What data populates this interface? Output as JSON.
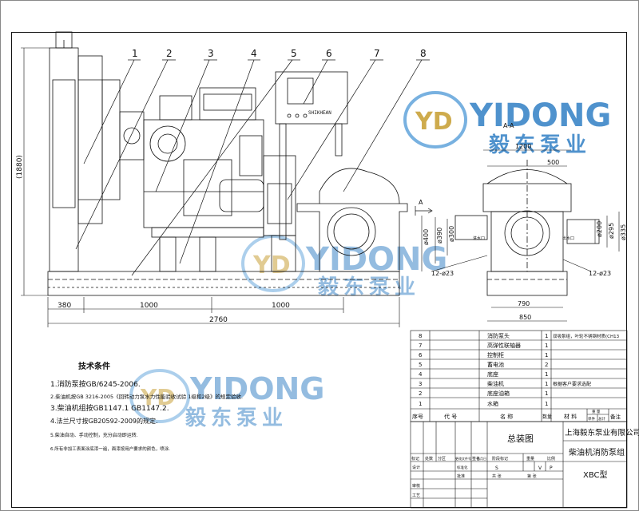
{
  "callouts": [
    "1",
    "2",
    "3",
    "4",
    "5",
    "6",
    "7",
    "8"
  ],
  "dims": {
    "height": "(1880)",
    "seg1": "380",
    "seg2": "1000",
    "seg3": "1000",
    "total": "2760",
    "bolt_left": "12-ø23",
    "d400": "ø400",
    "d390": "ø390",
    "d300": "ø300",
    "w1200": "1200",
    "w500": "500",
    "d200": "ø200",
    "d295": "ø295",
    "d335": "ø335",
    "bolt_right": "12-ø23",
    "w790": "790",
    "w850": "850",
    "inlet": "进水口",
    "outlet": "出水口",
    "section": "A-A",
    "arrow_a": "A"
  },
  "control_panel_label": "SHIKHEAN",
  "watermark": {
    "brand": "YIDONG",
    "cn": "毅东泵业",
    "logo": "YD"
  },
  "tech": {
    "title": "技术条件",
    "lines": [
      "1.消防泵按GB/6245-2006.",
      "2.柴油机按GB 3216-2005《回转动力泵水力性能验收试验 1级和2级》的规定验收.",
      "3.柴油机组按GB1147.1 GB1147.2.",
      "4.法兰尺寸按GB20592-2009的规定.",
      "5.柴油自动、手动控制，充分启动即运转.",
      "6.所有非加工表面涂底漆一遍，面漆按用户要求的颜色，喷涂."
    ]
  },
  "bom": {
    "rows": [
      {
        "no": "8",
        "name": "消防泵头",
        "qty": "1",
        "note": "双吸泵组，叶轮不锈钢材质(CH13"
      },
      {
        "no": "7",
        "name": "高弹性联轴器",
        "qty": "1",
        "note": ""
      },
      {
        "no": "6",
        "name": "控制柜",
        "qty": "1",
        "note": ""
      },
      {
        "no": "5",
        "name": "蓄电池",
        "qty": "2",
        "note": ""
      },
      {
        "no": "4",
        "name": "底座",
        "qty": "1",
        "note": ""
      },
      {
        "no": "3",
        "name": "柴油机",
        "qty": "1",
        "note": "根据客户要求选配"
      },
      {
        "no": "2",
        "name": "底座油箱",
        "qty": "1",
        "note": ""
      },
      {
        "no": "1",
        "name": "水箱",
        "qty": "1",
        "note": ""
      }
    ],
    "headers": [
      "序号",
      "代  号",
      "名  称",
      "数量",
      "材  料",
      "单件",
      "总计",
      "备注"
    ],
    "weight_header": "重  量"
  },
  "title_block": {
    "drawing_name": "总装图",
    "company": "上海毅东泵业有限公司",
    "product": "柴油机消防泵组",
    "model": "XBC型",
    "labels": [
      "标记",
      "处数",
      "分区",
      "更改文件号",
      "签名",
      "年月日",
      "设计",
      "标准化",
      "审核",
      "工艺",
      "批准",
      "阶段标记",
      "重量",
      "比例",
      "共 张",
      "第 张"
    ],
    "stage_marks": [
      "S",
      "V",
      "P"
    ]
  }
}
